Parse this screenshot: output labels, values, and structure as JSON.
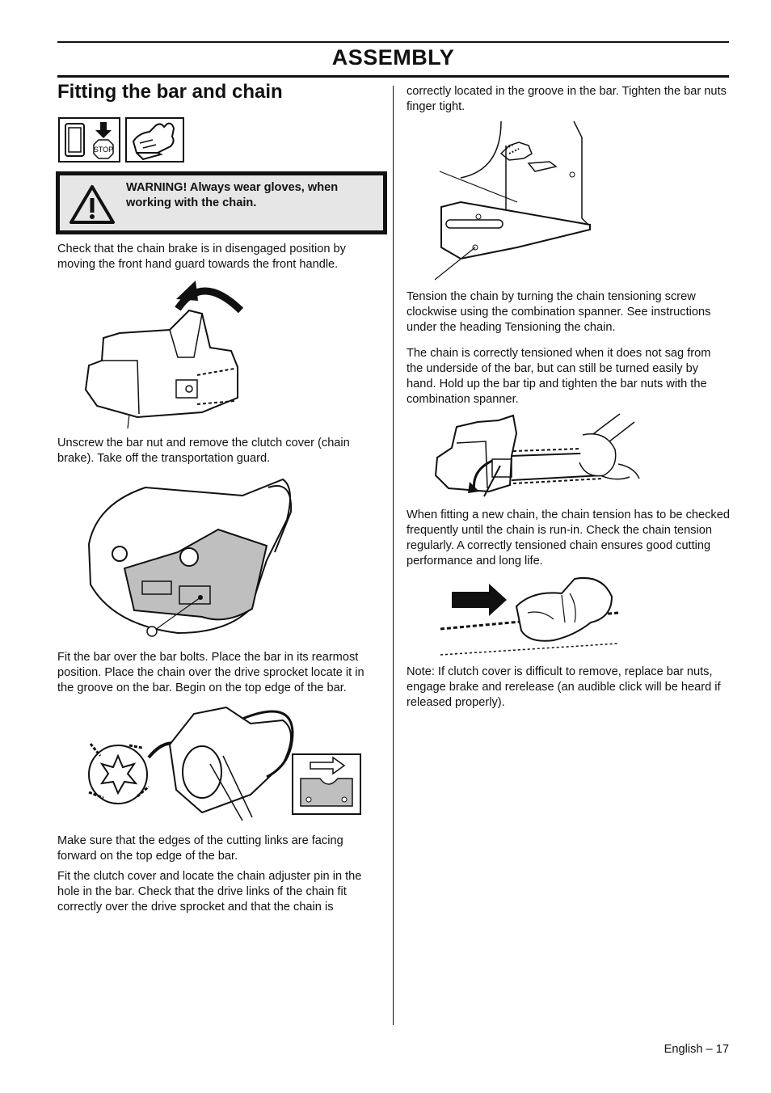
{
  "header": {
    "section": "ASSEMBLY"
  },
  "heading": "Fitting the bar and chain",
  "warning": {
    "text": "WARNING! Always wear gloves, when working with the chain."
  },
  "picto_stop_label": "STOP",
  "left_column": [
    "Check that the chain brake is in disengaged position by moving the front hand guard towards the front handle.",
    "Unscrew the bar nut and remove the clutch cover (chain brake). Take off the transportation guard.",
    "Fit the bar over the bar bolts. Place the bar in its rearmost position. Place the chain over the drive sprocket locate it in the groove on the bar. Begin on the top edge of the bar.",
    "Make sure that the edges of the cutting links are facing forward on the top edge of the bar.",
    "Fit the clutch cover and locate the chain adjuster pin in the hole in the bar. Check that the drive links of the chain fit correctly over the drive sprocket and that the chain is"
  ],
  "right_column": [
    "correctly located in the groove in the bar. Tighten the bar nuts finger tight.",
    "Tension the chain by turning the chain tensioning screw clockwise using the combination spanner. See instructions under the heading Tensioning the chain.",
    "The chain is correctly tensioned when it does not sag from the underside of the bar, but can still be turned easily by hand. Hold up the bar tip and tighten the bar nuts with the combination spanner.",
    "When fitting a new chain, the chain tension has to be checked frequently until the chain is run-in. Check the chain tension regularly. A correctly tensioned chain ensures good cutting performance and long life.",
    "Note: If clutch cover is difficult to remove, replace bar nuts, engage brake and rerelease (an audible click will be heard if released properly)."
  ],
  "footer": {
    "page": "English – 17"
  },
  "icons": [
    "manual-stop-icon",
    "glove-icon",
    "warning-triangle-icon"
  ]
}
